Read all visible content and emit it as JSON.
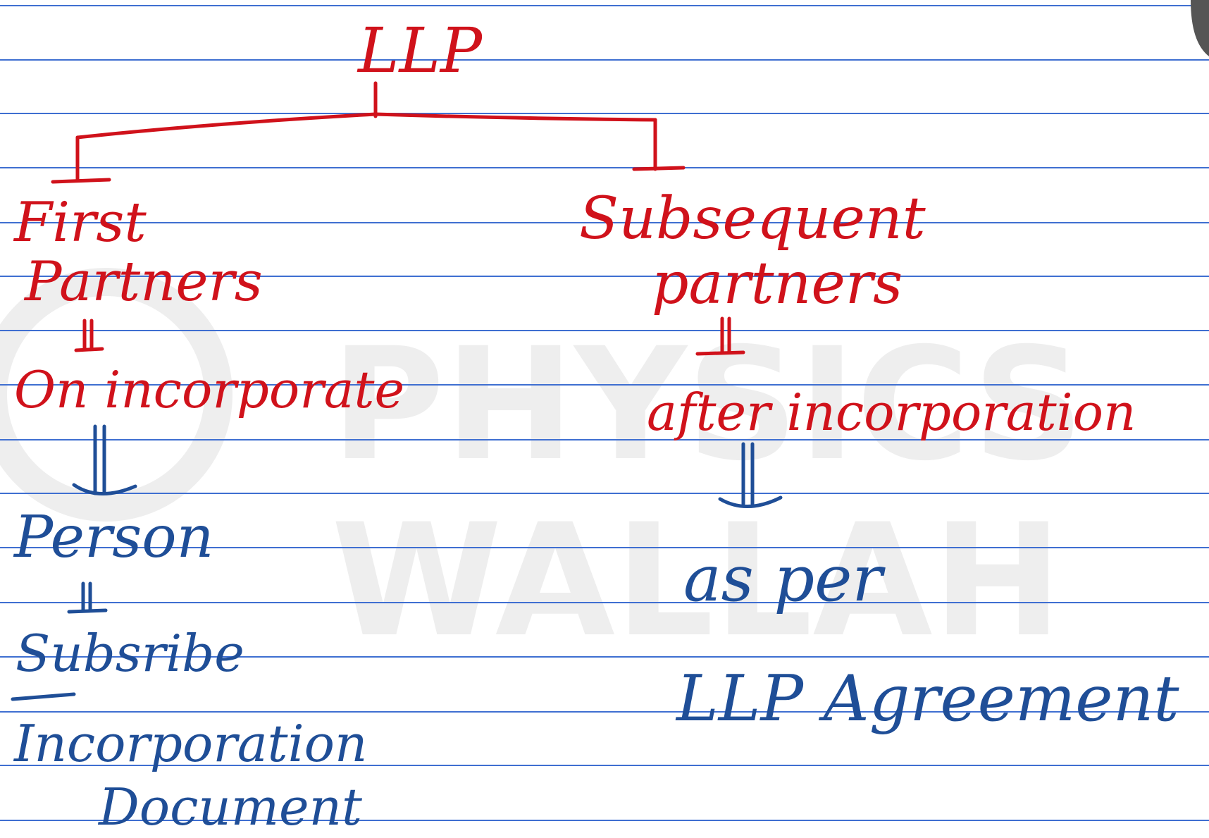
{
  "root": "LLP",
  "watermark": {
    "line1": "PHYSICS",
    "line2": "WALLAH"
  },
  "left_branch": {
    "heading_line1": "First",
    "heading_line2": "Partners",
    "step1_line1": "On incorporate",
    "step2": "Person",
    "step3_line1": "Subsribe",
    "step3_line2": "Incorporation",
    "step3_line3": "Document"
  },
  "right_branch": {
    "heading_line1": "Subsequent",
    "heading_line2": "partners",
    "step1": "after incorporation",
    "step2_line1": "as per",
    "step2_line2": "LLP Agreement"
  },
  "colors": {
    "red_ink": "#d0121b",
    "blue_ink": "#1f4e97",
    "ruled_line": "#3f6fd1",
    "watermark": "#eeeeee"
  }
}
